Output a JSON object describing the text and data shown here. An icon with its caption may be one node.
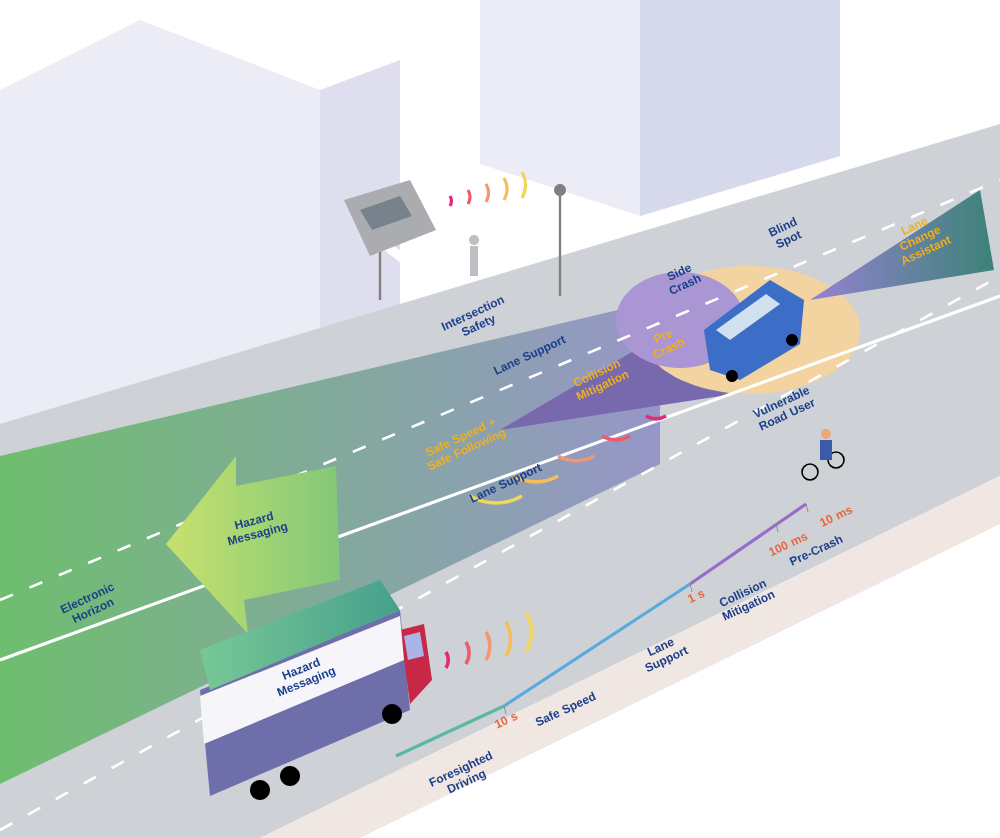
{
  "diagram": {
    "nodes": [
      {
        "text": [
          "Hazard Messaging"
        ]
      },
      {
        "text": [
          "Hazard Messaging"
        ]
      }
    ],
    "labels": [
      "Intersection Safety",
      "Side Crash",
      "Blind Spot",
      "Lane Change Assistant",
      "Lane Support",
      "Pre Crash",
      "Collision Mitigation",
      "Safe Speed + Safe Following",
      "Vulnerable Road User",
      "Lane Support",
      "Electronic Horizon",
      "10 ms",
      "100 ms",
      "Pre-Crash",
      "1 s",
      "Collision Mitigation",
      "Lane Support",
      "10 s",
      "Safe Speed",
      "Foresighted Driving"
    ]
  }
}
